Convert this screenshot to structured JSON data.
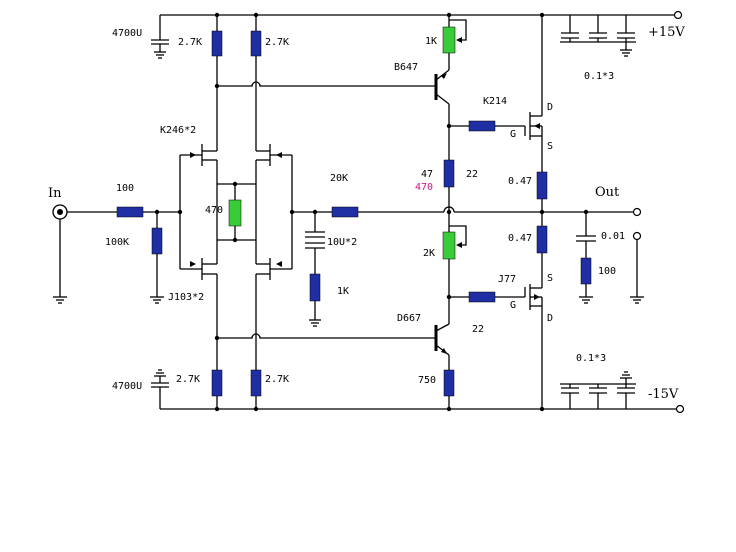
{
  "labels": {
    "c_4700u_top": "4700U",
    "r_27k_1": "2.7K",
    "r_27k_2": "2.7K",
    "r_1k_top": "1K",
    "q_b647": "B647",
    "supply_pos": "+15V",
    "cap_01x3_top": "0.1*3",
    "q_k214": "K214",
    "k214_d": "D",
    "k214_g": "G",
    "k214_s": "S",
    "q_k246": "K246*2",
    "r_20k": "20K",
    "r_47": "47",
    "r_470_mag": "470",
    "r_22_top": "22",
    "r_047_top": "0.47",
    "out_label": "Out",
    "in_label": "In",
    "r_100_in": "100",
    "r_100k": "100K",
    "r_470_pot": "470",
    "c_10u": "10U*2",
    "r_2k": "2K",
    "r_047_bot": "0.47",
    "c_001": "0.01",
    "r_100_out": "100",
    "r_1k_mid": "1K",
    "q_j103": "J103*2",
    "q_j77": "J77",
    "j77_g": "G",
    "j77_s": "S",
    "j77_d": "D",
    "q_d667": "D667",
    "r_22_bot": "22",
    "cap_01x3_bot": "0.1*3",
    "c_4700u_bot": "4700U",
    "r_27k_3": "2.7K",
    "r_27k_4": "2.7K",
    "r_750": "750",
    "supply_neg": "-15V"
  }
}
